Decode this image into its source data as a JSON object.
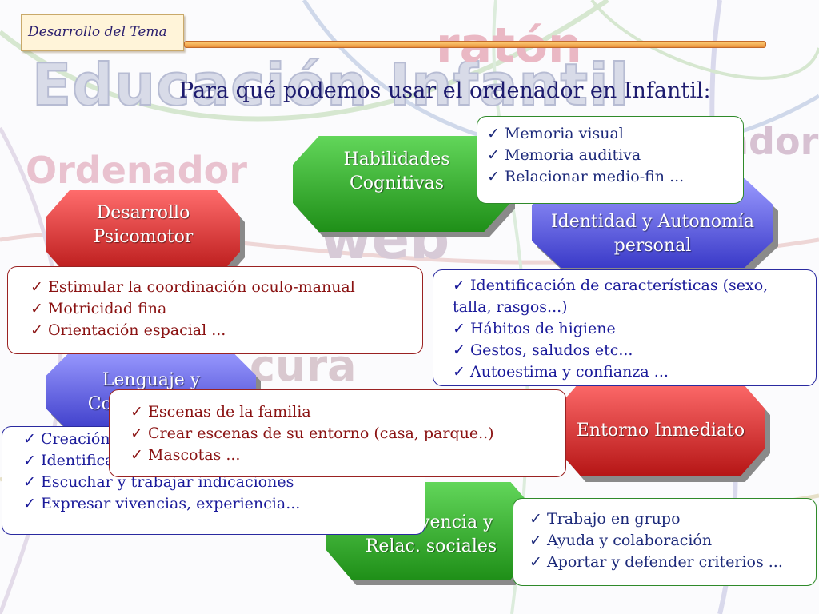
{
  "header": {
    "section_tag": "Desarrollo del Tema"
  },
  "title": "Para qué podemos usar el ordenador en Infantil:",
  "watermarks": [
    "Educación Infantil",
    "ratón",
    "Ordenador",
    "ador",
    "web",
    "cura"
  ],
  "areas": [
    {
      "name": "Habilidades Cognitivas",
      "color": "#2f9f2a",
      "items": [
        "Memoria visual",
        "Memoria auditiva",
        "Relacionar medio-fin ..."
      ]
    },
    {
      "name": "Identidad y Autonomía personal",
      "color": "#5a5ae0",
      "items": [
        "Identificación de características (sexo, talla, rasgos...)",
        "Hábitos de higiene",
        "Gestos, saludos etc...",
        "Autoestima y confianza ..."
      ]
    },
    {
      "name": "Desarrollo Psicomotor",
      "color": "#c81e1e",
      "items": [
        "Estimular la coordinación oculo-manual",
        "Motricidad fina",
        "Orientación espacial ..."
      ]
    },
    {
      "name": "Lenguaje y Comunicación",
      "color": "#5a5ae0",
      "items": [
        "Creación de cuentos con imágenes",
        "Identificación de letras y sonidos",
        "Escuchar y trabajar  indicaciones",
        "Expresar vivencias, experiencia..."
      ]
    },
    {
      "name": "Entorno Inmediato",
      "color": "#c81e1e",
      "items": [
        "Escenas de la familia",
        "Crear escenas de su entorno (casa, parque..)",
        "Mascotas ..."
      ]
    },
    {
      "name": "Convivencia y Relac. sociales",
      "color": "#2f9f2a",
      "items": [
        "Trabajo en grupo",
        "Ayuda y colaboración",
        "Aportar y defender criterios ..."
      ]
    }
  ]
}
